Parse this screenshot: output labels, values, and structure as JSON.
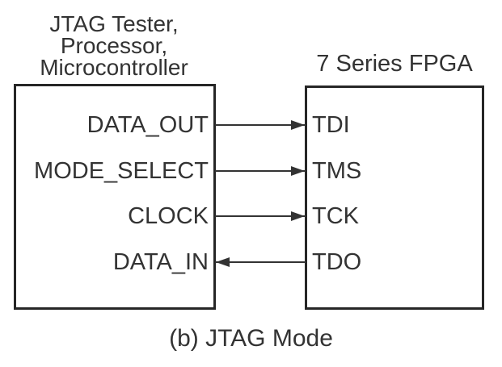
{
  "diagram": {
    "left_block": {
      "title_lines": [
        "JTAG Tester,",
        "Processor,",
        "Microcontroller"
      ],
      "signals": [
        "DATA_OUT",
        "MODE_SELECT",
        "CLOCK",
        "DATA_IN"
      ]
    },
    "right_block": {
      "title": "7 Series FPGA",
      "signals": [
        "TDI",
        "TMS",
        "TCK",
        "TDO"
      ]
    },
    "connections": [
      {
        "from": "DATA_OUT",
        "to": "TDI",
        "direction": "left-to-right"
      },
      {
        "from": "MODE_SELECT",
        "to": "TMS",
        "direction": "left-to-right"
      },
      {
        "from": "CLOCK",
        "to": "TCK",
        "direction": "left-to-right"
      },
      {
        "from": "TDO",
        "to": "DATA_IN",
        "direction": "right-to-left"
      }
    ],
    "caption": "(b) JTAG Mode"
  },
  "colors": {
    "line": "#333333",
    "text": "#333333",
    "background": "#ffffff"
  }
}
